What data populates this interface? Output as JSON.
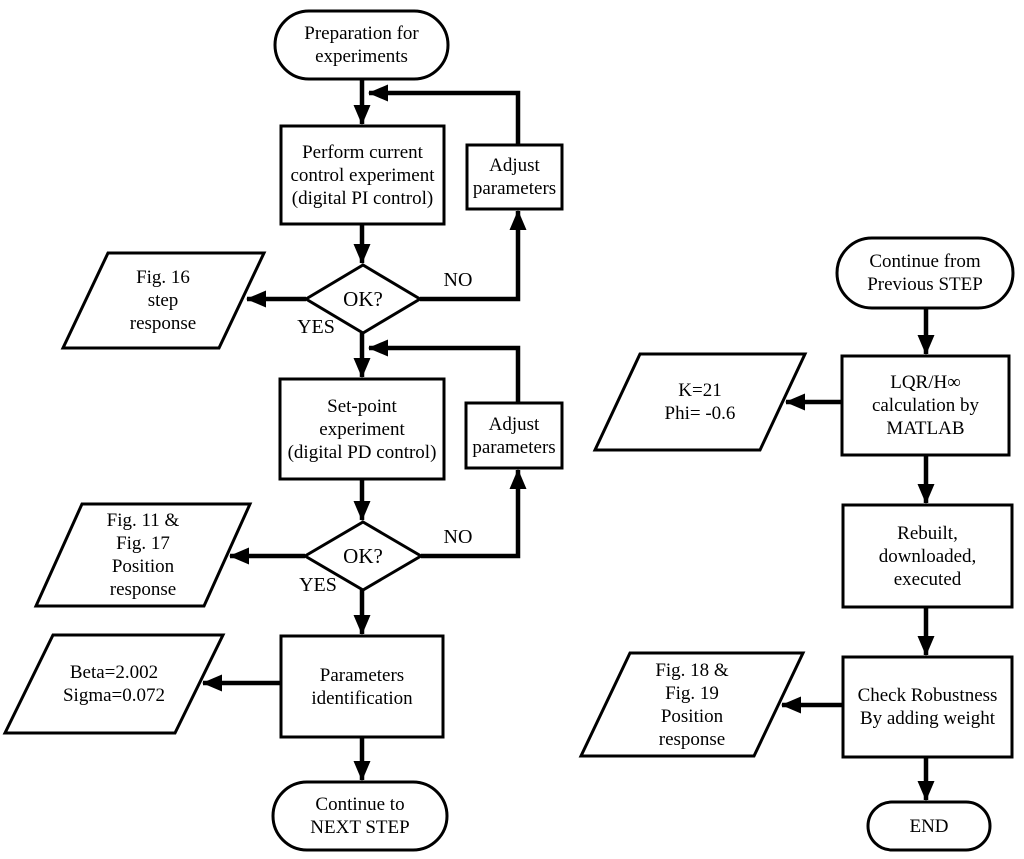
{
  "diagram": {
    "background": "#ffffff",
    "line_color": "#000000",
    "nodes": {
      "prep": {
        "type": "terminator",
        "label": "Preparation for\nexperiments"
      },
      "perform_current": {
        "type": "process",
        "label": "Perform current\ncontrol experiment\n(digital PI control)"
      },
      "adjust_params_1": {
        "type": "process",
        "label": "Adjust\nparameters"
      },
      "ok_1": {
        "type": "decision",
        "label": "OK?"
      },
      "fig16": {
        "type": "data",
        "label": "Fig. 16\nstep\nresponse"
      },
      "set_point": {
        "type": "process",
        "label": "Set-point\nexperiment\n(digital PD control)"
      },
      "adjust_params_2": {
        "type": "process",
        "label": "Adjust\nparameters"
      },
      "ok_2": {
        "type": "decision",
        "label": "OK?"
      },
      "fig11_17": {
        "type": "data",
        "label": "Fig. 11 &\nFig. 17\nPosition\nresponse"
      },
      "beta_sigma": {
        "type": "data",
        "label": "Beta=2.002\nSigma=0.072"
      },
      "params_ident": {
        "type": "process",
        "label": "Parameters\nidentification"
      },
      "next_step": {
        "type": "terminator",
        "label": "Continue to\nNEXT STEP"
      },
      "continue_from": {
        "type": "terminator",
        "label": "Continue from\nPrevious STEP"
      },
      "lqr_calc": {
        "type": "process",
        "label": "LQR/H∞\ncalculation by\nMATLAB"
      },
      "k_phi": {
        "type": "data",
        "label": "K=21\nPhi= -0.6"
      },
      "rebuilt": {
        "type": "process",
        "label": "Rebuilt,\ndownloaded,\nexecuted"
      },
      "check_robustness": {
        "type": "process",
        "label": "Check Robustness\nBy adding weight"
      },
      "fig18_19": {
        "type": "data",
        "label": "Fig. 18 &\nFig. 19\nPosition\nresponse"
      },
      "end": {
        "type": "terminator",
        "label": "END"
      }
    },
    "edge_labels": {
      "no_1": "NO",
      "yes_1": "YES",
      "no_2": "NO",
      "yes_2": "YES"
    }
  }
}
